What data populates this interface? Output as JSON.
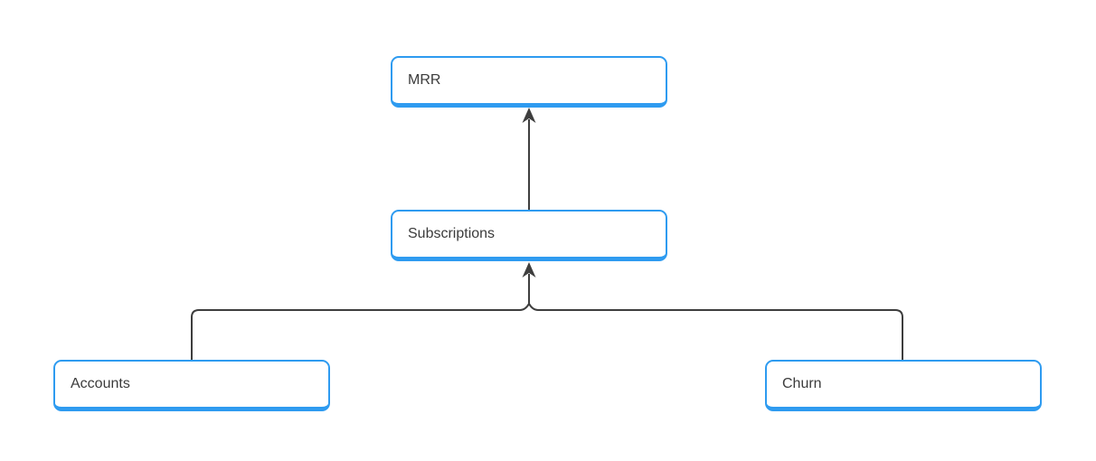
{
  "diagram": {
    "type": "flowchart",
    "colors": {
      "node_border": "#2E9BF0",
      "node_fill": "#FFFFFF",
      "connector": "#3E3E3E",
      "text": "#3B3B3B",
      "background": "#FFFFFF"
    },
    "nodes": [
      {
        "id": "mrr",
        "label": "MRR"
      },
      {
        "id": "subscriptions",
        "label": "Subscriptions"
      },
      {
        "id": "accounts",
        "label": "Accounts"
      },
      {
        "id": "churn",
        "label": "Churn"
      }
    ],
    "edges": [
      {
        "from": "subscriptions",
        "to": "mrr",
        "arrow": "up"
      },
      {
        "from": "accounts",
        "to": "subscriptions",
        "arrow": "up"
      },
      {
        "from": "churn",
        "to": "subscriptions",
        "arrow": "up"
      }
    ]
  }
}
